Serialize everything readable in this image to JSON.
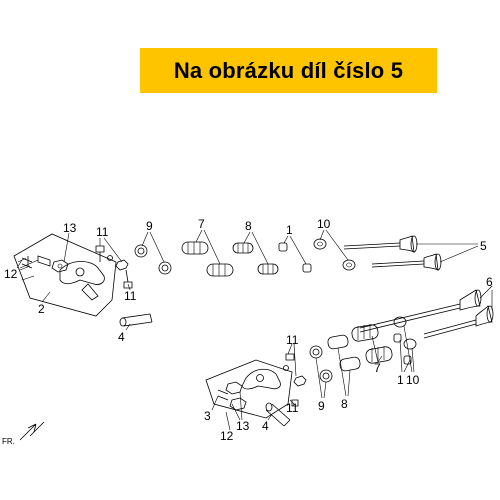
{
  "banner": {
    "text": "Na obrázku díl číslo 5",
    "color": "#ffc400"
  },
  "callouts": {
    "c13a": "13",
    "c11a": "11",
    "c9a": "9",
    "c7a": "7",
    "c8a": "8",
    "c1a": "1",
    "c10a": "10",
    "c5": "5",
    "c12a": "12",
    "c2": "2",
    "c11b": "11",
    "c4a": "4",
    "c6": "6",
    "c11c": "11",
    "c7b": "7",
    "c1b": "1",
    "c10b": "10",
    "c9b": "9",
    "c8b": "8",
    "c3": "3",
    "c13b": "13",
    "c12b": "12",
    "c4b": "4",
    "c11d": "11"
  },
  "direction": {
    "label": "FR."
  }
}
